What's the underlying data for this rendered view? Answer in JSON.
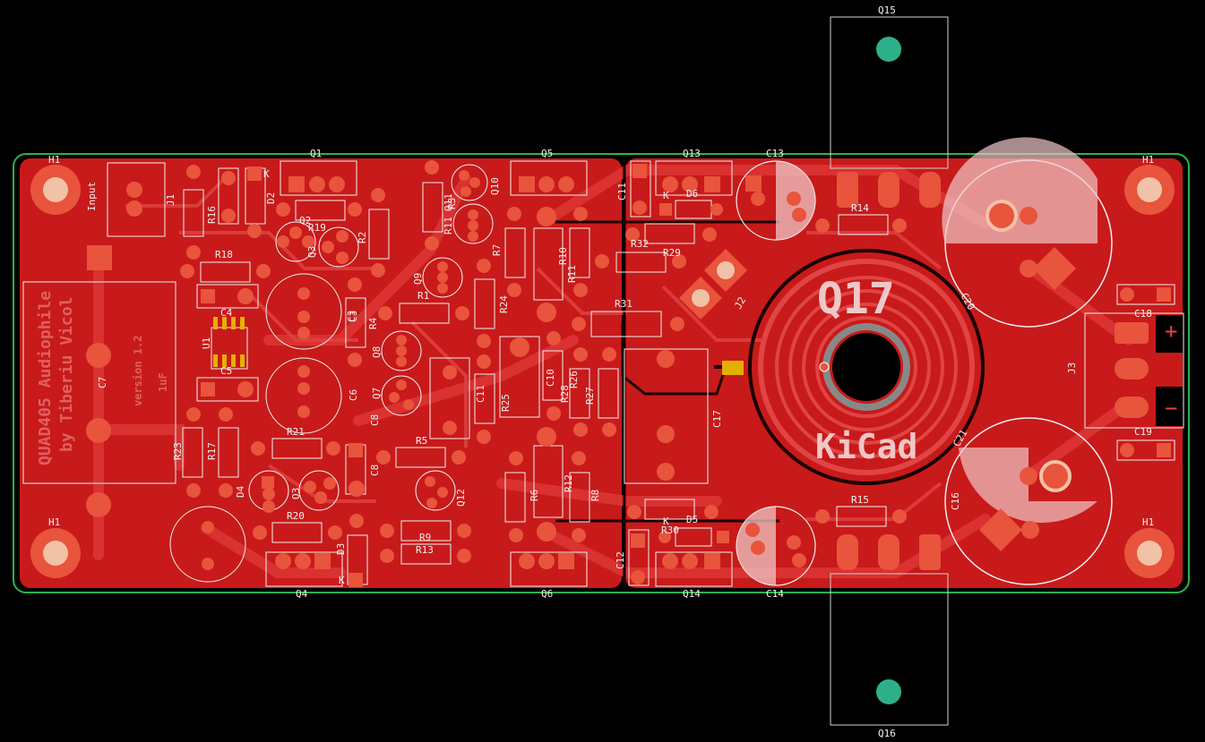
{
  "colors": {
    "background": "#000000",
    "board": "#c81a1a",
    "board_dark": "#b01414",
    "trace": "#e23a3a",
    "pad": "#e8543c",
    "pad_hole": "#f2c2a8",
    "silk": "#f0f0f0",
    "outline": "#2fb24a",
    "heatsink_pad": "#2db08a",
    "smd": "#e4b000"
  },
  "labels": {
    "q15": "Q15",
    "q16": "Q16",
    "q17": "Q17",
    "q1": "Q1",
    "q2": "Q2",
    "q3": "Q3",
    "q4": "Q4",
    "q5": "Q5",
    "q6": "Q6",
    "q7": "Q7",
    "q8": "Q8",
    "q9": "Q9",
    "q10": "Q10",
    "q11": "Q11",
    "q12": "Q12",
    "q13": "Q13",
    "q14": "Q14",
    "h1_tl": "H1",
    "h1_tr": "H1",
    "h1_bl": "H1",
    "h1_br": "H1",
    "j1": "J1",
    "j2": "J2",
    "j3": "J3",
    "input": "Input",
    "c3": "C3",
    "c4": "C4",
    "c5": "C5",
    "c6": "C6",
    "c7": "C7",
    "c8": "C8",
    "c10": "C10",
    "c11": "C11",
    "c12": "C12",
    "c13": "C13",
    "c14": "C14",
    "c16": "C16",
    "c17": "C17",
    "c18": "C18",
    "c19": "C19",
    "c20": "C20",
    "c21": "C21",
    "r1": "R1",
    "r2": "R2",
    "r3": "R3",
    "r4": "R4",
    "r5": "R5",
    "r6": "R6",
    "r7": "R7",
    "r8": "R8",
    "r9": "R9",
    "r10": "R10",
    "r11": "R11",
    "r12": "R12",
    "r13": "R13",
    "r14": "R14",
    "r15": "R15",
    "r16": "R16",
    "r17": "R17",
    "r18": "R18",
    "r19": "R19",
    "r20": "R20",
    "r21": "R21",
    "r23": "R23",
    "r24": "R24",
    "r25": "R25",
    "r26": "R26",
    "r27": "R27",
    "r28": "R28",
    "r29": "R29",
    "r30": "R30",
    "r31": "R31",
    "r32": "R32",
    "d2": "D2",
    "d3": "D3",
    "d4": "D4",
    "d5": "D5",
    "d6": "D6",
    "u1": "U1",
    "k": "K",
    "title_line1": "QUAD405 Audiophile",
    "title_line2": "by Tiberiu Vicol",
    "version": "version 1.2",
    "cap_value": "1uF",
    "kicad": "KiCad",
    "plus": "+",
    "minus": "−"
  }
}
